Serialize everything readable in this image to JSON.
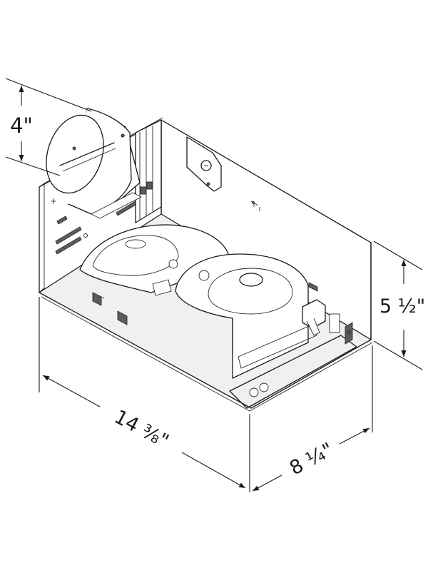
{
  "diagram": {
    "subject": "recessed bathroom exhaust fan housing with round duct collar",
    "dimensions": {
      "duct_diameter": "4\"",
      "housing_height": "5 ½\"",
      "housing_length": "14 ⅜\"",
      "housing_width": "8 ¼\""
    }
  }
}
